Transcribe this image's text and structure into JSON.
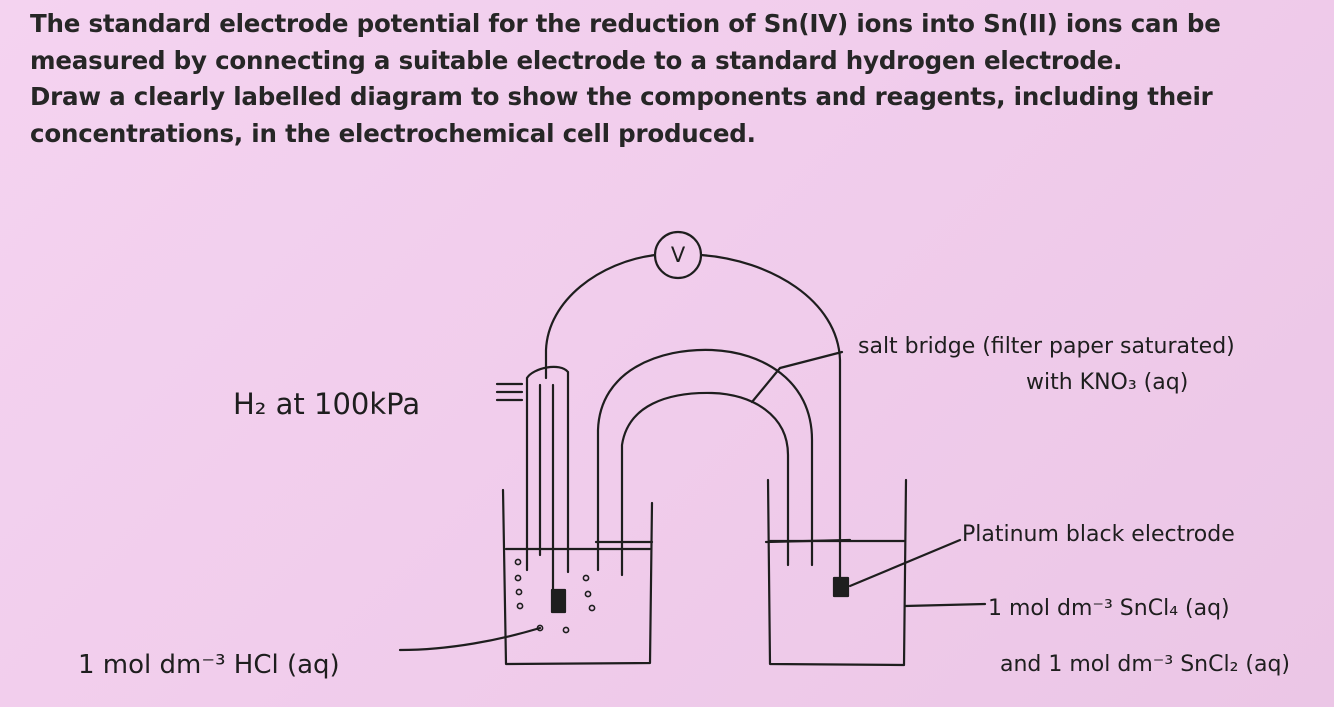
{
  "question": {
    "line1": "The standard electrode potential for the reduction of Sn(IV) ions into Sn(II) ions can be",
    "line2": "measured by connecting a suitable electrode to a standard hydrogen electrode.",
    "line3": "Draw a clearly labelled diagram to show the components and reagents, including their",
    "line4": "concentrations, in the electrochemical cell produced."
  },
  "diagram": {
    "voltmeter": "V",
    "h2_label": "H₂ at 100kPa",
    "hcl_label": "1 mol dm⁻³ HCl (aq)",
    "salt_bridge_line1": "salt bridge (filter paper saturated)",
    "salt_bridge_line2": "with KNO₃ (aq)",
    "platinum_label": "Platinum black electrode",
    "sncl4_label": "1 mol dm⁻³ SnCl₄ (aq)",
    "sncl2_label": "and 1 mol dm⁻³ SnCl₂ (aq)"
  }
}
